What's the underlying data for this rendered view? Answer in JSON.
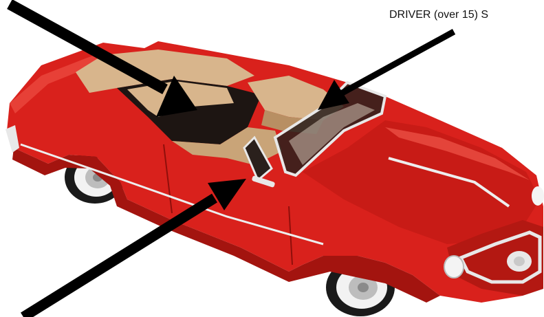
{
  "labels": {
    "driver": "DRIVER (over 15) S"
  },
  "colors": {
    "body": "#d9211c",
    "body_shadow": "#a3140f",
    "body_highlight": "#f0554a",
    "upholstery": "#d8b58c",
    "upholstery_shadow": "#b88f63",
    "interior_dark": "#1d1512",
    "chrome": "#e8e8e8",
    "tire": "#1a1a1a",
    "whitewall": "#f2f2f2",
    "arrow": "#000000"
  },
  "illustration": {
    "subject": "red convertible car",
    "arrows": [
      "rear-seat-arrow",
      "driver-seat-arrow",
      "door-handle-arrow"
    ]
  }
}
